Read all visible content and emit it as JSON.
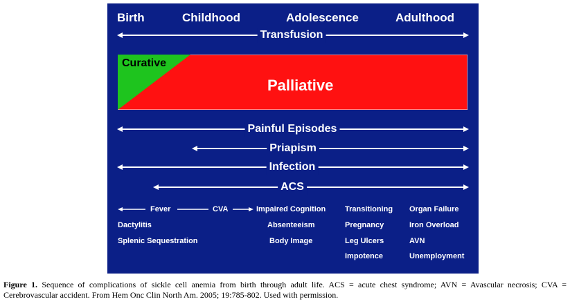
{
  "stages": [
    "Birth",
    "Childhood",
    "Adolescence",
    "Adulthood"
  ],
  "transfusion": "Transfusion",
  "bar": {
    "curative": "Curative",
    "palliative": "Palliative",
    "curative_color": "#1ec41e",
    "palliative_color": "#ff1111"
  },
  "arrows": {
    "painful": "Painful Episodes",
    "priapism": "Priapism",
    "infection": "Infection",
    "acs": "ACS"
  },
  "timeline": {
    "fever": "Fever",
    "cva": "CVA",
    "impaired": "Impaired Cognition"
  },
  "col1": [
    "Dactylitis",
    "Splenic Sequestration"
  ],
  "col2": [
    "Absenteeism",
    "Body Image"
  ],
  "col3": [
    "Transitioning",
    "Pregnancy",
    "Leg Ulcers",
    "Impotence"
  ],
  "col4": [
    "Organ Failure",
    "Iron Overload",
    "AVN",
    "Unemployment"
  ],
  "caption": {
    "label": "Figure 1.",
    "text": " Sequence of complications of sickle cell anemia from birth through adult life. ACS = acute chest syndrome; AVN = Avascular necrosis; CVA = Cerebrovascular  accident. From Hem Onc Clin North Am. 2005; 19:785-802. Used with permission."
  }
}
